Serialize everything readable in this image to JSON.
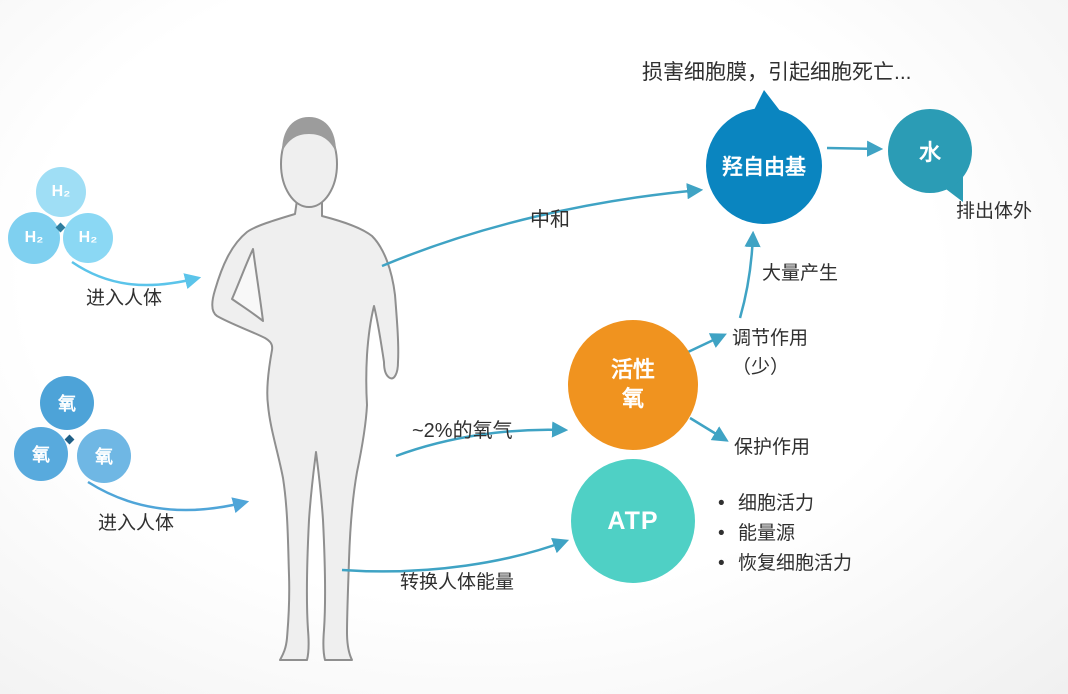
{
  "h2_cluster": {
    "molecules": [
      "H₂",
      "H₂",
      "H₂"
    ],
    "label": "进入人体",
    "color": "#8bd8f4"
  },
  "o2_cluster": {
    "molecules": [
      "氧",
      "氧",
      "氧"
    ],
    "label": "进入人体",
    "color": "#58aadd"
  },
  "nodes": {
    "hydroxyl_radical": {
      "label": "羟自由基",
      "color": "#0a85c0"
    },
    "water": {
      "label": "水",
      "color": "#2b9cb5"
    },
    "active_oxygen": {
      "line1": "活性",
      "line2": "氧",
      "color": "#f0931f"
    },
    "atp": {
      "label": "ATP",
      "color": "#4fd0c5"
    }
  },
  "annotations": {
    "cell_damage": "损害细胞膜，引起细胞死亡...",
    "neutralize": "中和",
    "excrete_body": "排出体外",
    "mass_produce": "大量产生",
    "regulate": "调节作用",
    "regulate_few": "（少）",
    "protect": "保护作用",
    "oxygen_percent": "~2%的氧气",
    "convert_energy": "转换人体能量"
  },
  "atp_effects": [
    "细胞活力",
    "能量源",
    "恢复细胞活力"
  ],
  "colors": {
    "hydrogen_bubble": "#8bd8f4",
    "oxygen_bubble": "#58aadd",
    "hydroxyl": "#0a85c0",
    "water": "#2b9cb5",
    "active_oxygen": "#f0931f",
    "atp": "#4fd0c5",
    "arrow_teal": "#3fa3c4",
    "arrow_light_blue": "#5bc4ea",
    "arrow_blue": "#4fa5d8",
    "body_fill": "#efefef",
    "body_outline": "#8f8f8f"
  }
}
